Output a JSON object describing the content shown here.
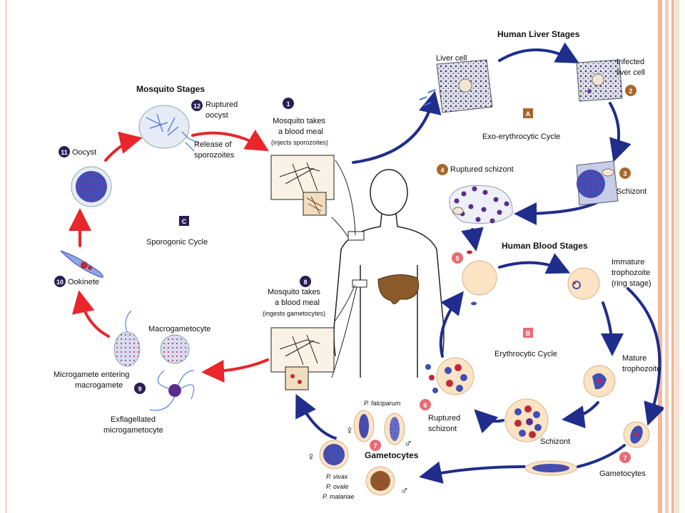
{
  "sections": {
    "liver_title": "Human Liver Stages",
    "mosquito_title": "Mosquito Stages",
    "blood_title": "Human Blood Stages"
  },
  "cycles": {
    "a_letter": "A",
    "a_label": "Exo-erythrocytic Cycle",
    "b_letter": "B",
    "b_label": "Erythrocytic Cycle",
    "c_letter": "C",
    "c_label": "Sporogonic Cycle"
  },
  "stages": {
    "n1": "1",
    "s1_line1": "Mosquito takes",
    "s1_line2": "a blood meal",
    "s1_line3": "(injects sporozoites)",
    "liver_cell": "Liver cell",
    "n2": "2",
    "s2_line1": "Infected",
    "s2_line2": "liver cell",
    "n3": "3",
    "s3": "Schizont",
    "n4": "4",
    "s4": "Ruptured schizont",
    "n5": "5",
    "immature_line1": "Immature",
    "immature_line2": "trophozoite",
    "immature_line3": "(ring stage)",
    "mature_line1": "Mature",
    "mature_line2": "trophozoite",
    "blood_schizont": "Schizont",
    "n6": "6",
    "s6_line1": "Ruptured",
    "s6_line2": "schizont",
    "n7a": "7",
    "gametocytes_right": "Gametocytes",
    "n7b": "7",
    "gametocytes_left": "Gametocytes",
    "p_falciparum": "P. falciparum",
    "p_vivax": "P. vivax",
    "p_ovale": "P. ovale",
    "p_malariae": "P. malariae",
    "female_symbol": "♀",
    "male_symbol": "♂",
    "n8": "8",
    "s8_line1": "Mosquito takes",
    "s8_line2": "a blood meal",
    "s8_line3": "(ingests gametocytes)",
    "n9": "9",
    "s9_line1": "Microgamete entering",
    "s9_line2": "macrogamete",
    "macrogametocyte": "Macrogametocyte",
    "exfl_line1": "Exflagellated",
    "exfl_line2": "microgametocyte",
    "n10": "10",
    "s10": "Ookinete",
    "n11": "11",
    "s11": "Oocyst",
    "n12": "12",
    "s12_line1": "Ruptured",
    "s12_line2": "oocyst",
    "release_line1": "Release of",
    "release_line2": "sporozoites"
  },
  "colors": {
    "blue_arrow": "#1f2d8c",
    "red_arrow": "#e8262b",
    "cell_fill": "#fbe3c4",
    "parasite_blue": "#3f4fb5",
    "parasite_red": "#c0283a",
    "num_circle_dark": "#2b1d55",
    "num_circle_red": "#e86b73",
    "num_circle_brown": "#a8672a"
  }
}
